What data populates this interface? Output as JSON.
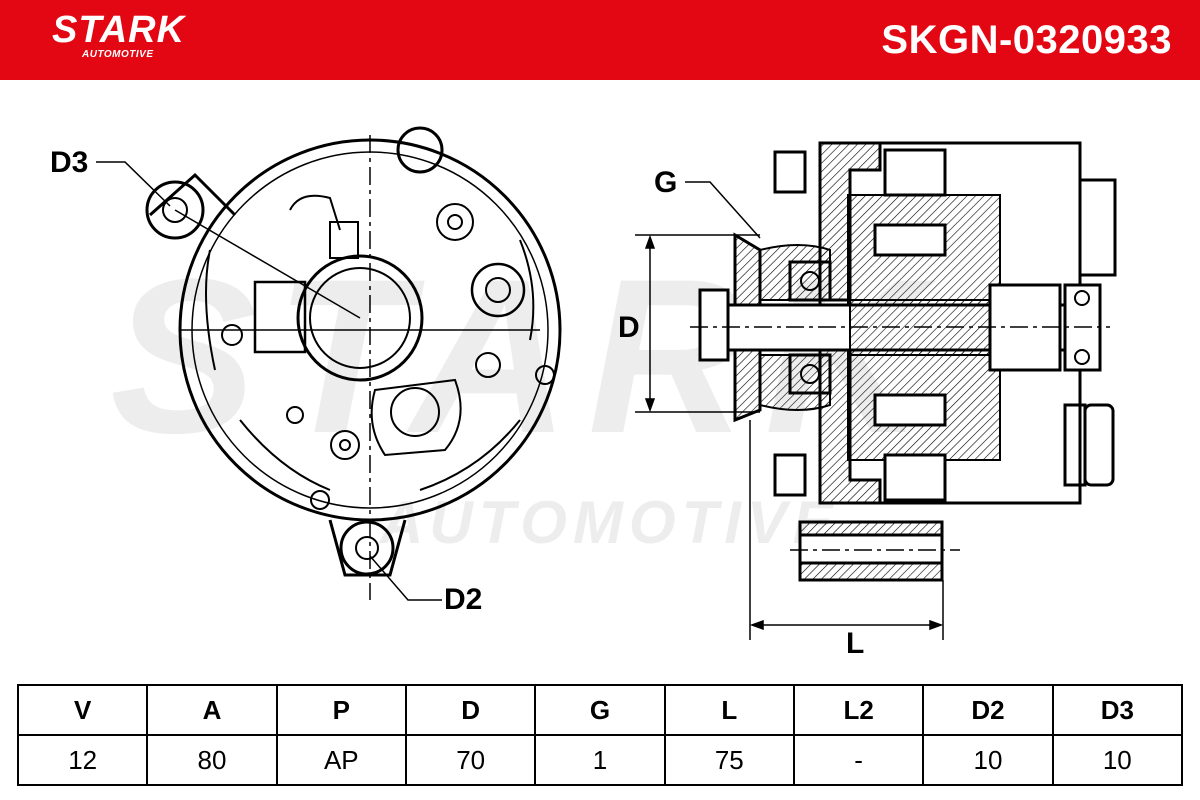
{
  "brand": {
    "name": "STARK",
    "sub": "AUTOMOTIVE"
  },
  "part_number": "SKGN-0320933",
  "watermark": {
    "main": "STARK",
    "sub": "AUTOMOTIVE"
  },
  "labels": {
    "d3": "D3",
    "d2": "D2",
    "g": "G",
    "d": "D",
    "l": "L"
  },
  "colors": {
    "header": "#e30613",
    "text_on_header": "#ffffff"
  },
  "spec_table": {
    "headers": [
      "V",
      "A",
      "P",
      "D",
      "G",
      "L",
      "L2",
      "D2",
      "D3"
    ],
    "values": [
      "12",
      "80",
      "AP",
      "70",
      "1",
      "75",
      "-",
      "10",
      "10"
    ]
  }
}
